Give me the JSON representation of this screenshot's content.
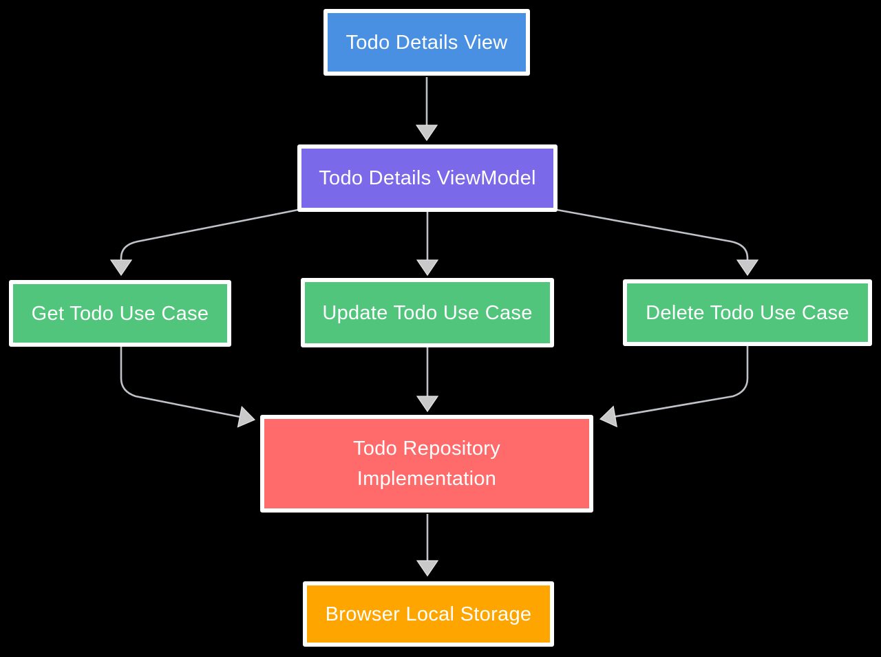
{
  "diagram": {
    "type": "flowchart",
    "background_color": "#000000",
    "edge_color": "#bfc3c9",
    "arrowhead_color": "#c9c9c9",
    "arrowhead_outline_color": "#e4e4e4",
    "node_border_color": "#ffffff",
    "node_text_color": "#ffffff",
    "nodes": [
      {
        "id": "todo-details-view",
        "label": "Todo Details View",
        "color": "#4a90e2"
      },
      {
        "id": "todo-details-viewmodel",
        "label": "Todo Details ViewModel",
        "color": "#7a69e8"
      },
      {
        "id": "get-todo-use-case",
        "label": "Get Todo Use Case",
        "color": "#52c57d"
      },
      {
        "id": "update-todo-use-case",
        "label": "Update Todo Use Case",
        "color": "#52c57d"
      },
      {
        "id": "delete-todo-use-case",
        "label": "Delete Todo Use Case",
        "color": "#52c57d"
      },
      {
        "id": "todo-repository-implementation",
        "label": "Todo Repository\nImplementation",
        "color": "#ff6b6b"
      },
      {
        "id": "browser-local-storage",
        "label": "Browser Local Storage",
        "color": "#ffa500"
      }
    ],
    "edges": [
      {
        "from": "todo-details-view",
        "to": "todo-details-viewmodel"
      },
      {
        "from": "todo-details-viewmodel",
        "to": "get-todo-use-case"
      },
      {
        "from": "todo-details-viewmodel",
        "to": "update-todo-use-case"
      },
      {
        "from": "todo-details-viewmodel",
        "to": "delete-todo-use-case"
      },
      {
        "from": "get-todo-use-case",
        "to": "todo-repository-implementation"
      },
      {
        "from": "update-todo-use-case",
        "to": "todo-repository-implementation"
      },
      {
        "from": "delete-todo-use-case",
        "to": "todo-repository-implementation"
      },
      {
        "from": "todo-repository-implementation",
        "to": "browser-local-storage"
      }
    ]
  }
}
